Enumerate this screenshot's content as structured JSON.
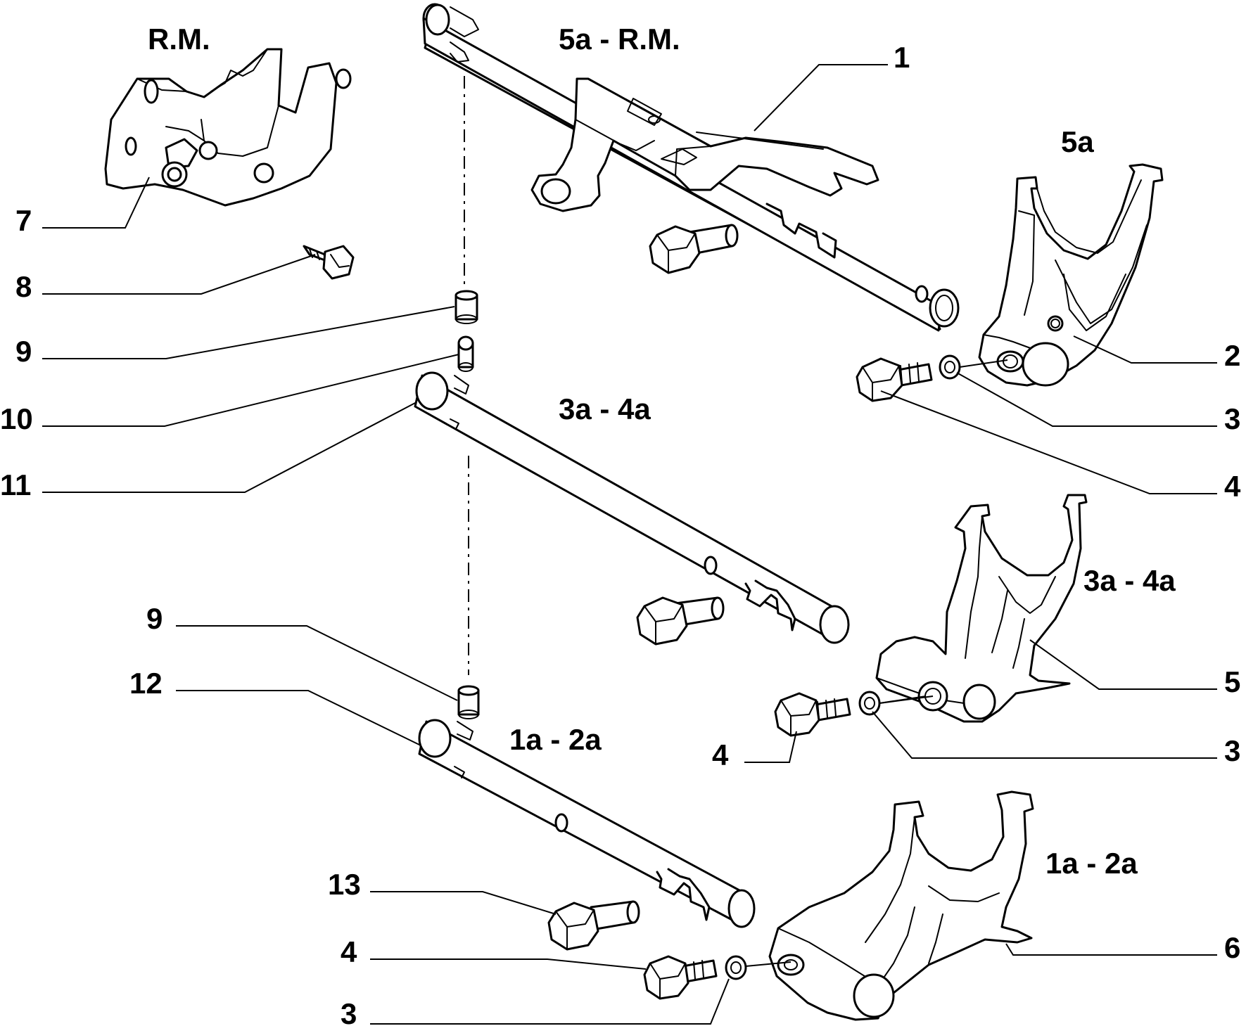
{
  "group_labels": {
    "rm": "R.M.",
    "fifth_rm": "5a - R.M.",
    "fifth": "5a",
    "third_fourth_rod": "3a - 4a",
    "third_fourth_fork": "3a - 4a",
    "first_second_rod": "1a - 2a",
    "first_second_fork": "1a - 2a"
  },
  "callouts": {
    "c1": "1",
    "c2": "2",
    "c3a": "3",
    "c3b": "3",
    "c3c": "3",
    "c4a": "4",
    "c4b": "4",
    "c4c": "4",
    "c5": "5",
    "c6": "6",
    "c7": "7",
    "c8": "8",
    "c9a": "9",
    "c9b": "9",
    "c10": "10",
    "c11": "11",
    "c12": "12",
    "c13": "13"
  }
}
